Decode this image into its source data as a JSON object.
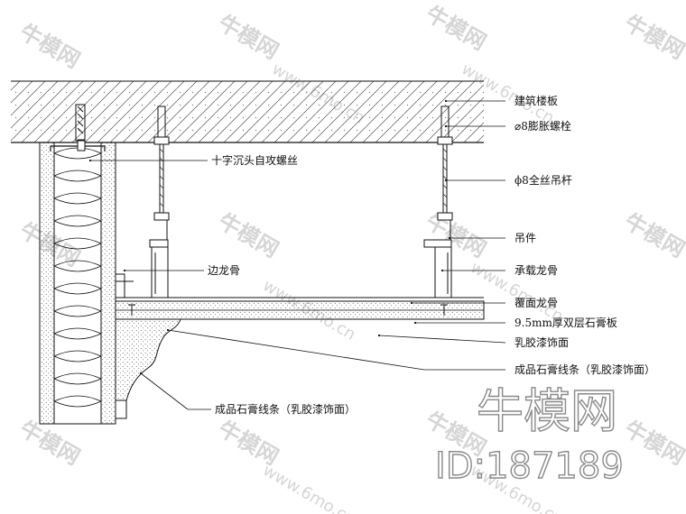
{
  "labels": {
    "slab": "建筑楼板",
    "expansion_bolt": "⌀8膨胀螺栓",
    "self_tapping_screw": "十字沉头自攻螺丝",
    "threaded_rod": "ϕ8全丝吊杆",
    "hanger": "吊件",
    "edge_keel": "边龙骨",
    "main_keel": "承载龙骨",
    "cover_keel": "覆面龙骨",
    "gypsum_board": "9.5mm厚双层石膏板",
    "latex_paint": "乳胶漆饰面",
    "cornice_right": "成品石膏线条（乳胶漆饰面）",
    "cornice_left": "成品石膏线条（乳胶漆饰面）"
  },
  "branding": {
    "logo_text": "牛模网",
    "id_text": "ID:187189",
    "watermark_text": "牛模网",
    "watermark_url": "www.6mo.cn"
  },
  "colors": {
    "line": "#111111",
    "hatch": "#555555",
    "watermark": "#d6d6d6"
  }
}
